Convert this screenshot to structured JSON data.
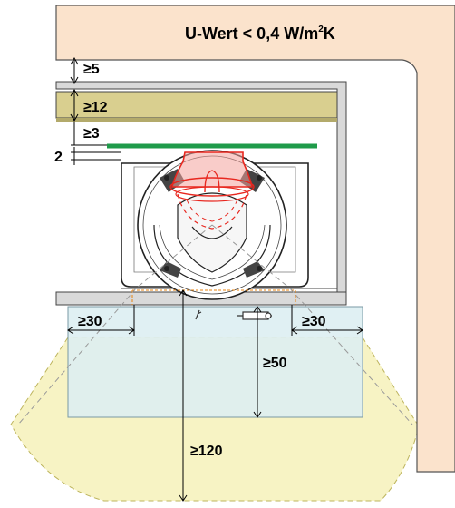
{
  "labels": {
    "u_value_main": "U-Wert < 0,4 W/m",
    "u_value_sup": "2",
    "u_value_unit": "K",
    "dim_top_gap": "≥5",
    "dim_board_thickness": "≥12",
    "dim_insulation_gap": "≥3",
    "dim_side_left": "2",
    "dim_front_left": "≥30",
    "dim_front_right": "≥30",
    "dim_front_depth": "≥50",
    "dim_radiation": "≥120"
  },
  "colors": {
    "wall": "#fbe3cc",
    "board": "#d9cf8f",
    "green_line": "#1f9b4a",
    "hearth_plate": "#ddeef2",
    "radiation_zone": "#f7f3c4",
    "outlet_red": "#e8271f"
  }
}
